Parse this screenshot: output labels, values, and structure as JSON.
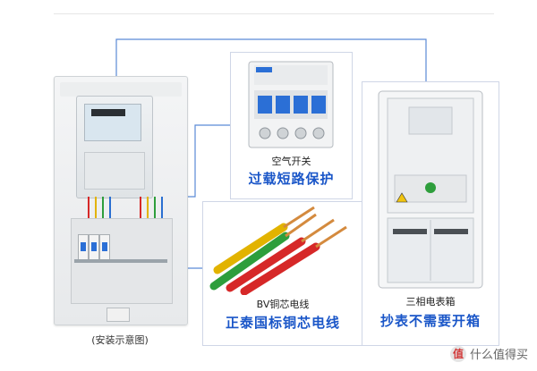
{
  "left_panel": {
    "caption": "(安装示意图)"
  },
  "breaker_card": {
    "label": "空气开关",
    "highlight": "过载短路保护"
  },
  "wire_card": {
    "label": "BV铜芯电线",
    "highlight": "正泰国标铜芯电线"
  },
  "meter_box_card": {
    "label": "三相电表箱",
    "highlight": "抄表不需要开箱"
  },
  "watermark": {
    "logo": "值",
    "text": "什么值得买"
  },
  "colors": {
    "accent": "#1a56c8",
    "line": "#5b8ad6",
    "breaker_blue": "#2b6fd6"
  }
}
